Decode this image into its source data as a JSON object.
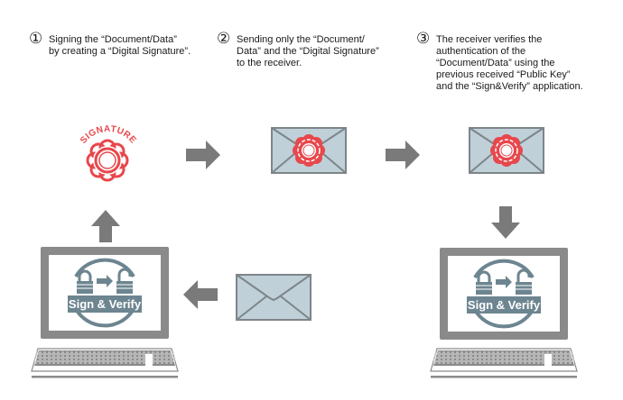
{
  "steps": [
    {
      "number": "①",
      "lines": [
        "Signing the “Document/Data”",
        "by creating a “Digital Signature”."
      ]
    },
    {
      "number": "②",
      "lines": [
        "Sending only the “Document/",
        "Data” and the “Digital Signature”",
        "to the receiver."
      ]
    },
    {
      "number": "③",
      "lines": [
        "The receiver verifies the",
        "authentication of the",
        "“Document/Data” using the",
        "previous received “Public Key”",
        "and the “Sign&Verify” application."
      ]
    }
  ],
  "signature_stamp": {
    "label": "SIGNATURE"
  },
  "app_logo": {
    "label": "Sign & Verify"
  },
  "colors": {
    "signature_red": "#e8474c",
    "envelope_fill": "#bfd0d9",
    "gray": "#7a7a7a",
    "logo_teal": "#6d8590"
  }
}
